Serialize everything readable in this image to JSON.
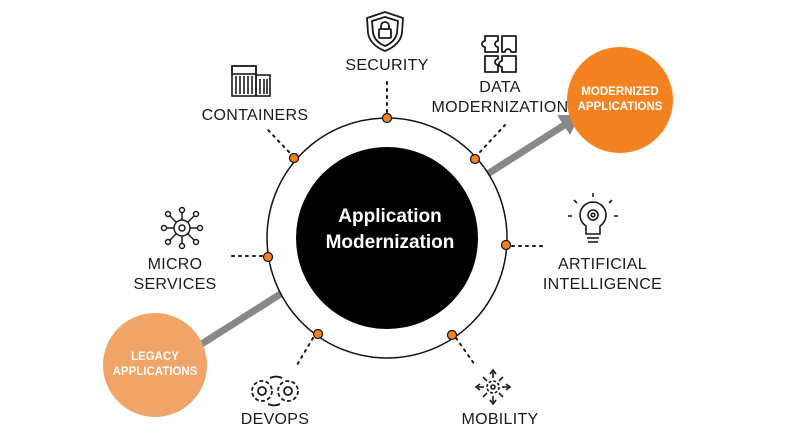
{
  "colors": {
    "accent_orange": "#f58220",
    "legacy_orange": "#f0a468",
    "arrow_gray": "#888888",
    "center_fill": "#000000"
  },
  "center": {
    "line1": "Application",
    "line2": "Modernization"
  },
  "nodes": {
    "security": {
      "label": "SECURITY",
      "icon": "shield-lock-icon"
    },
    "data_modernization": {
      "line1": "DATA",
      "line2": "MODERNIZATION",
      "icon": "puzzle-icon"
    },
    "containers": {
      "label": "CONTAINERS",
      "icon": "containers-icon"
    },
    "micro_services": {
      "line1": "MICRO",
      "line2": "SERVICES",
      "icon": "network-gear-icon"
    },
    "artificial_intelligence": {
      "line1": "ARTIFICIAL",
      "line2": "INTELLIGENCE",
      "icon": "lightbulb-gear-icon"
    },
    "devops": {
      "label": "DEVOPS",
      "icon": "gears-cycle-icon"
    },
    "mobility": {
      "label": "MOBILITY",
      "icon": "gear-arrows-icon"
    }
  },
  "badges": {
    "modernized": {
      "line1": "MODERNIZED",
      "line2": "APPLICATIONS"
    },
    "legacy": {
      "line1": "LEGACY",
      "line2": "APPLICATIONS"
    }
  }
}
